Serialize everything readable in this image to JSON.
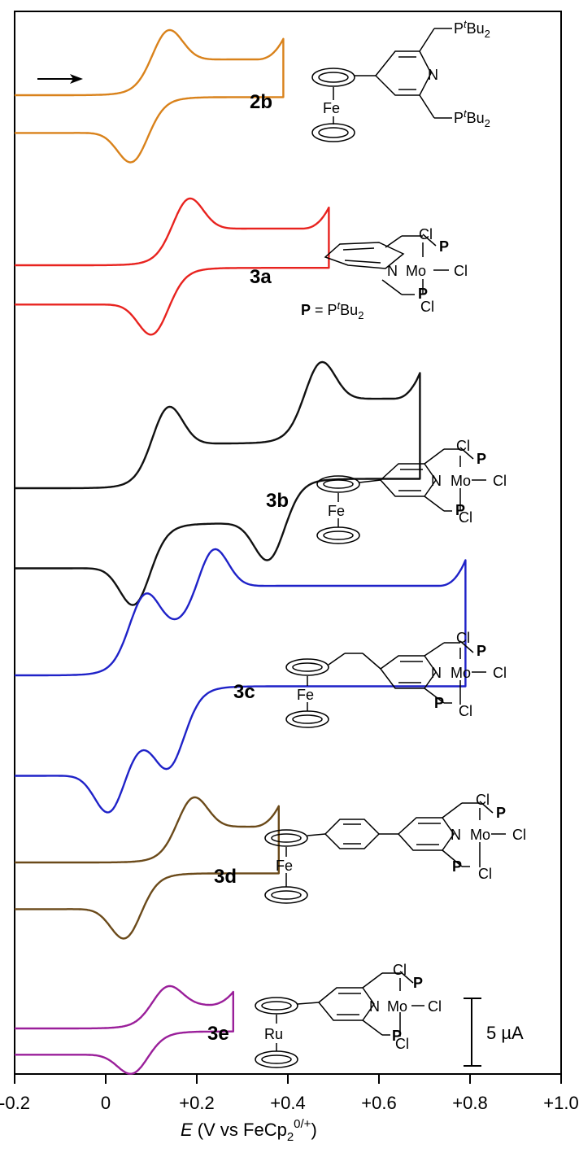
{
  "chart_data": {
    "type": "line",
    "xlabel": "E (V vs FeCp20/+)",
    "xlabel_parts": {
      "var": "E",
      "unit": " (V vs FeCp",
      "sub": "2",
      "sup": "0/+",
      "close": ")"
    },
    "xlim": [
      -0.2,
      1.0
    ],
    "x_ticks": [
      "-0.2",
      "0",
      "+0.2",
      "+0.4",
      "+0.6",
      "+0.8",
      "+1.0"
    ],
    "scale_bar": {
      "label": "5 µA",
      "value_uA": 5
    },
    "sweep_direction": "anodic (left to right)",
    "series": [
      {
        "name": "2b",
        "color": "#d9821b",
        "x_start": -0.2,
        "x_vertex": 0.39,
        "peaks": [
          {
            "Epa": 0.135,
            "Epc": 0.06
          }
        ]
      },
      {
        "name": "3a",
        "color": "#e8231f",
        "x_start": -0.2,
        "x_vertex": 0.49,
        "peaks": [
          {
            "Epa": 0.18,
            "Epc": 0.105
          }
        ]
      },
      {
        "name": "3b",
        "color": "#111111",
        "x_start": -0.2,
        "x_vertex": 0.69,
        "peaks": [
          {
            "Epa": 0.135,
            "Epc": 0.065
          },
          {
            "Epa": 0.47,
            "Epc": 0.36
          }
        ]
      },
      {
        "name": "3c",
        "color": "#1f22c8",
        "x_start": -0.2,
        "x_vertex": 0.79,
        "peaks": [
          {
            "Epa": 0.085,
            "Epc": 0.01
          },
          {
            "Epa": 0.235,
            "Epc": 0.14
          }
        ]
      },
      {
        "name": "3d",
        "color": "#6b4a1a",
        "x_start": -0.2,
        "x_vertex": 0.38,
        "peaks": [
          {
            "Epa": 0.19,
            "Epc": 0.045
          }
        ]
      },
      {
        "name": "3e",
        "color": "#9a1f9a",
        "x_start": -0.2,
        "x_vertex": 0.28,
        "peaks": [
          {
            "Epa": 0.135,
            "Epc": 0.06
          }
        ]
      }
    ]
  },
  "structures": {
    "tBu_label": "P",
    "tBu_sup": "t",
    "tBu_rest": "Bu",
    "tBu_sub": "2",
    "p_def_bold": "P",
    "p_def_eq": " = P",
    "fe": "Fe",
    "ru": "Ru",
    "n": "N",
    "mo": "Mo",
    "cl": "Cl",
    "p": "P"
  }
}
